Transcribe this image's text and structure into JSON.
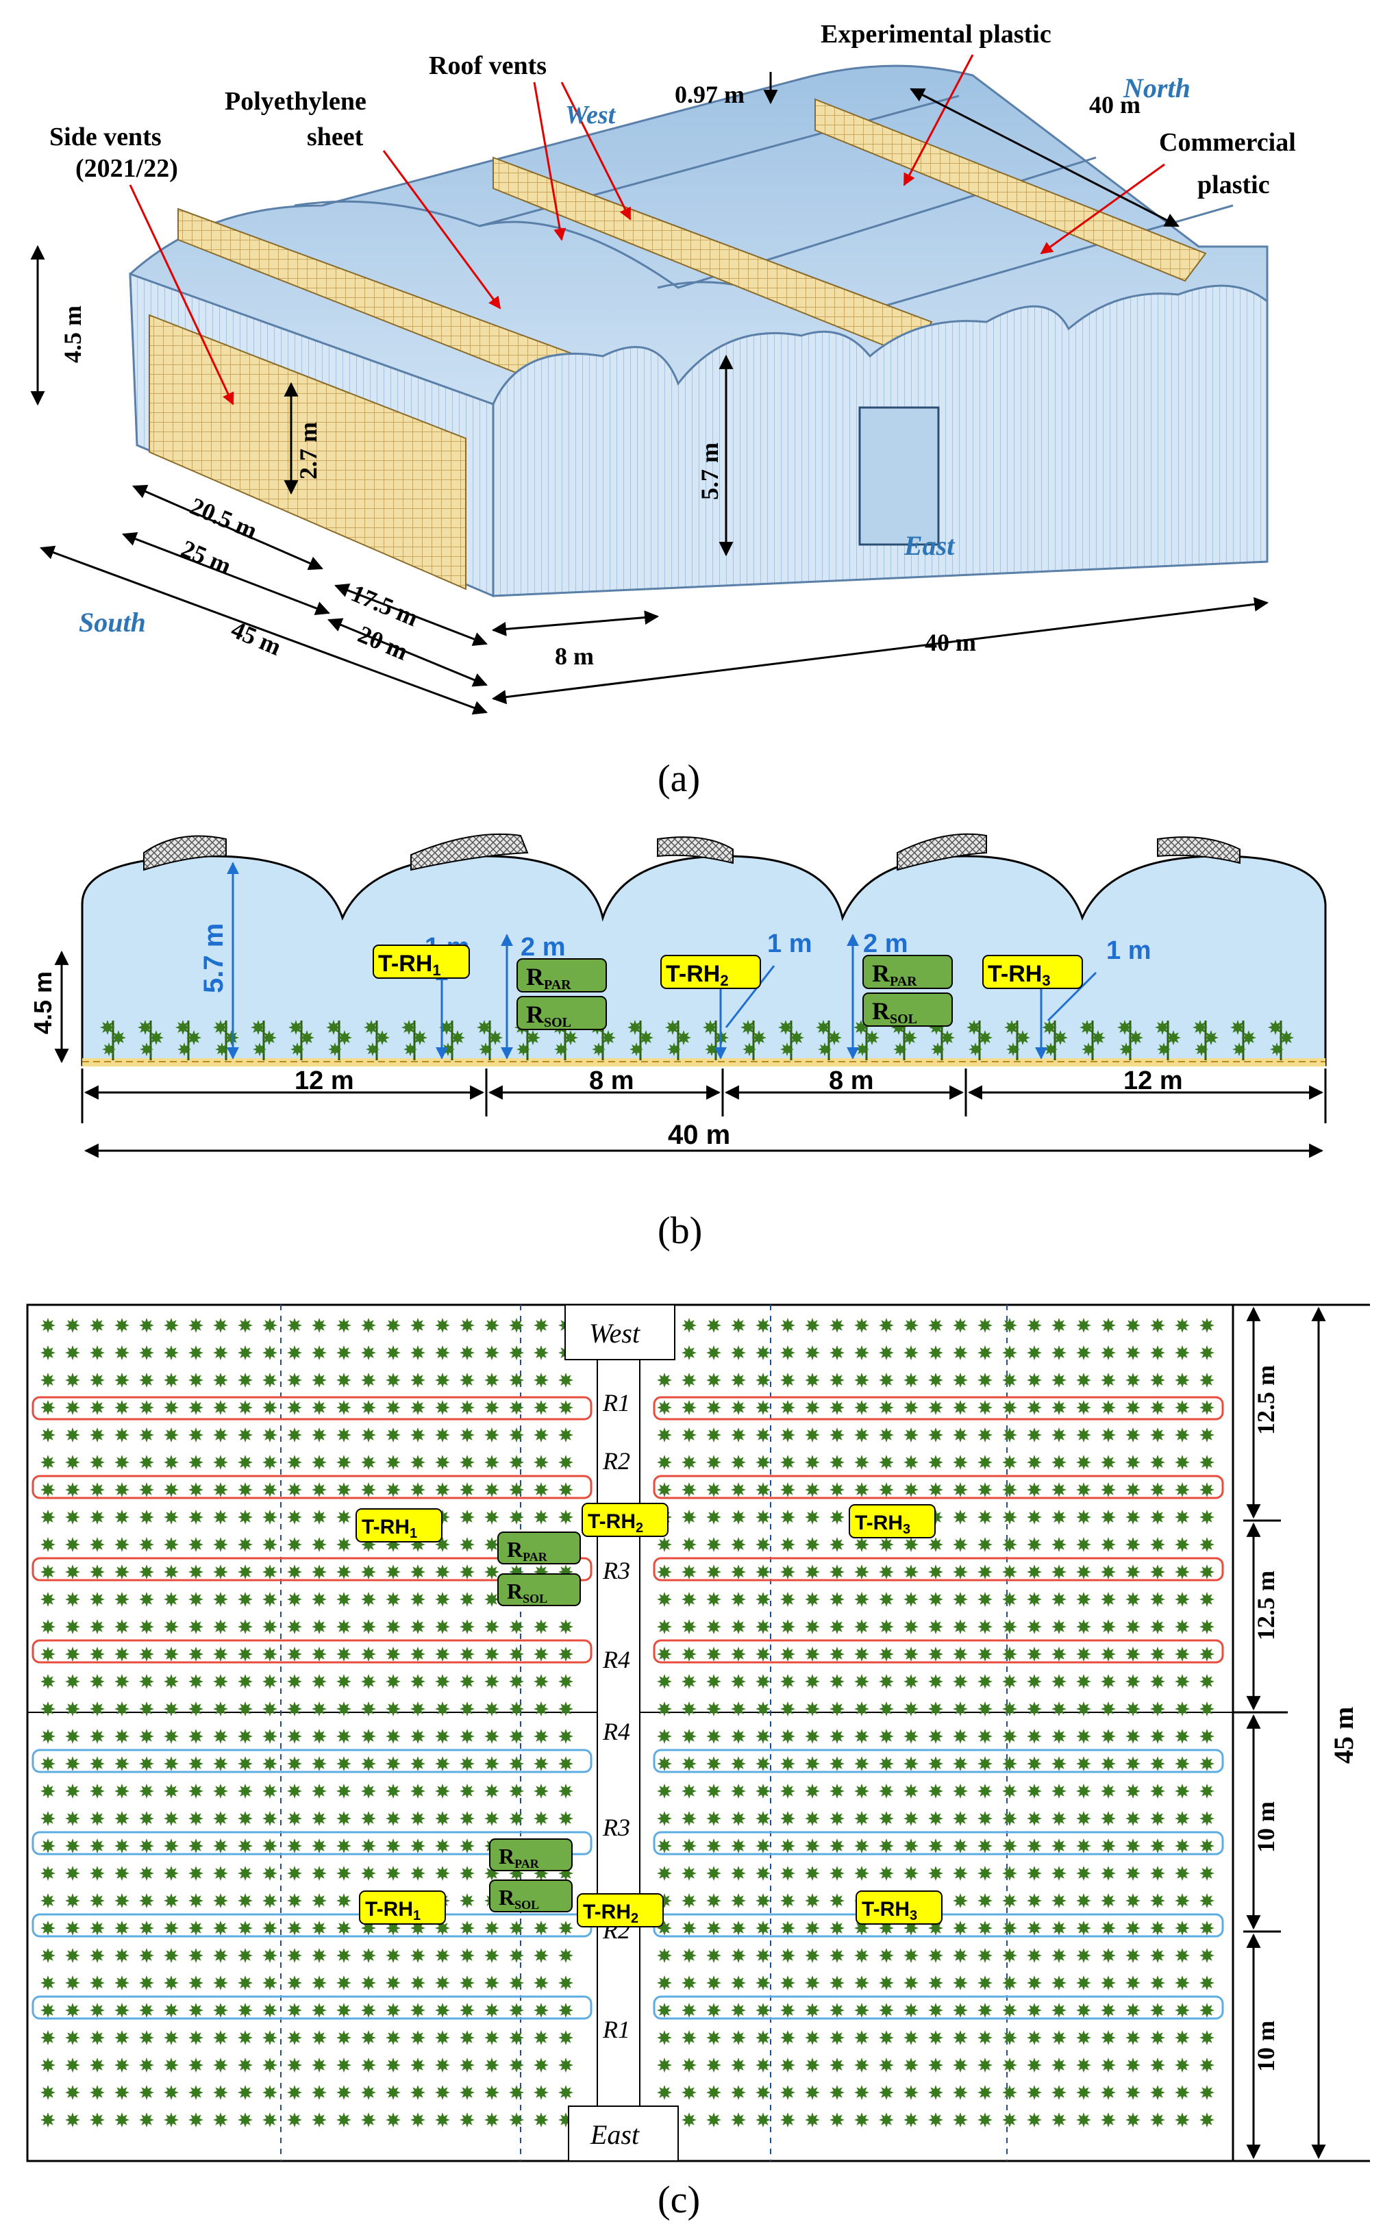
{
  "panel_a": {
    "caption": "(a)",
    "labels": {
      "side_vents": "Side vents",
      "side_vents_year": "(2021/22)",
      "polyethylene": "Polyethylene",
      "sheet": "sheet",
      "roof_vents": "Roof vents",
      "experimental_plastic": "Experimental plastic",
      "commercial": "Commercial",
      "plastic": "plastic"
    },
    "directions": {
      "west": "West",
      "north": "North",
      "south": "South",
      "east": "East"
    },
    "dims": {
      "h_wall": "4.5 m",
      "h_vent": "2.7 m",
      "h_ridge": "5.7 m",
      "vent_gap": "0.97 m",
      "len_north": "40 m",
      "d_205": "20.5 m",
      "d_25": "25 m",
      "d_45": "45 m",
      "d_175": "17.5 m",
      "d_20": "20 m",
      "d_8": "8 m",
      "d_40": "40 m"
    }
  },
  "panel_b": {
    "caption": "(b)",
    "dims": {
      "h_ridge": "5.7 m",
      "h_wall": "4.5 m",
      "one_m": "1 m",
      "two_m": "2 m",
      "s1": "12 m",
      "s2": "8 m",
      "s3": "8 m",
      "s4": "12 m",
      "total": "40 m"
    },
    "sensors": {
      "trh1": "T-RH",
      "trh2": "T-RH",
      "trh3": "T-RH",
      "sub1": "1",
      "sub2": "2",
      "sub3": "3",
      "rpar": "R",
      "rpar_sub": "PAR",
      "rsol": "R",
      "rsol_sub": "SOL"
    }
  },
  "panel_c": {
    "caption": "(c)",
    "west": "West",
    "east": "East",
    "rows_top": [
      "R1",
      "R2",
      "R3",
      "R4"
    ],
    "rows_bottom": [
      "R4",
      "R3",
      "R2",
      "R1"
    ],
    "dims": {
      "a": "12.5 m",
      "b": "12.5 m",
      "c": "10 m",
      "d": "10 m",
      "total": "45 m"
    }
  },
  "colors": {
    "sky": "#c9e3f7",
    "vent_mesh": "#f1dfa6",
    "sensor_yellow": "#ffff00",
    "sensor_green": "#70ad47",
    "direction_blue": "#2e75b6",
    "arrow_red": "#e00000",
    "row_red": "#e74c3c",
    "row_blue": "#5dade2",
    "plant": "#3a7a1e"
  }
}
